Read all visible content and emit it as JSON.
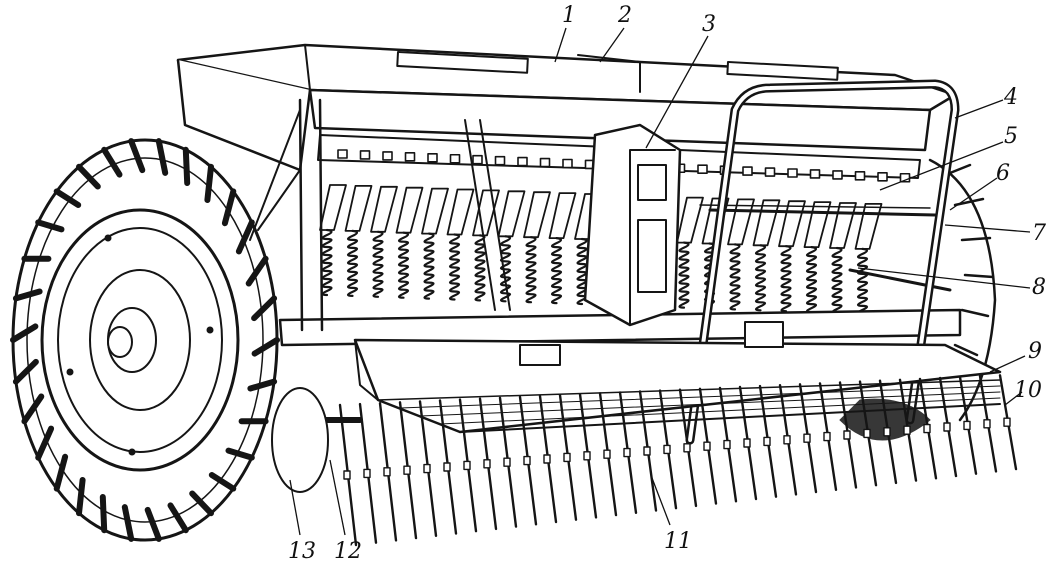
{
  "callouts": [
    {
      "id": "1"
    },
    {
      "id": "2"
    },
    {
      "id": "3"
    },
    {
      "id": "4"
    },
    {
      "id": "5"
    },
    {
      "id": "6"
    },
    {
      "id": "7"
    },
    {
      "id": "8"
    },
    {
      "id": "9"
    },
    {
      "id": "10"
    },
    {
      "id": "11"
    },
    {
      "id": "12"
    },
    {
      "id": "13"
    }
  ],
  "colors": {
    "ink": "#151515",
    "paper": "#ffffff"
  }
}
